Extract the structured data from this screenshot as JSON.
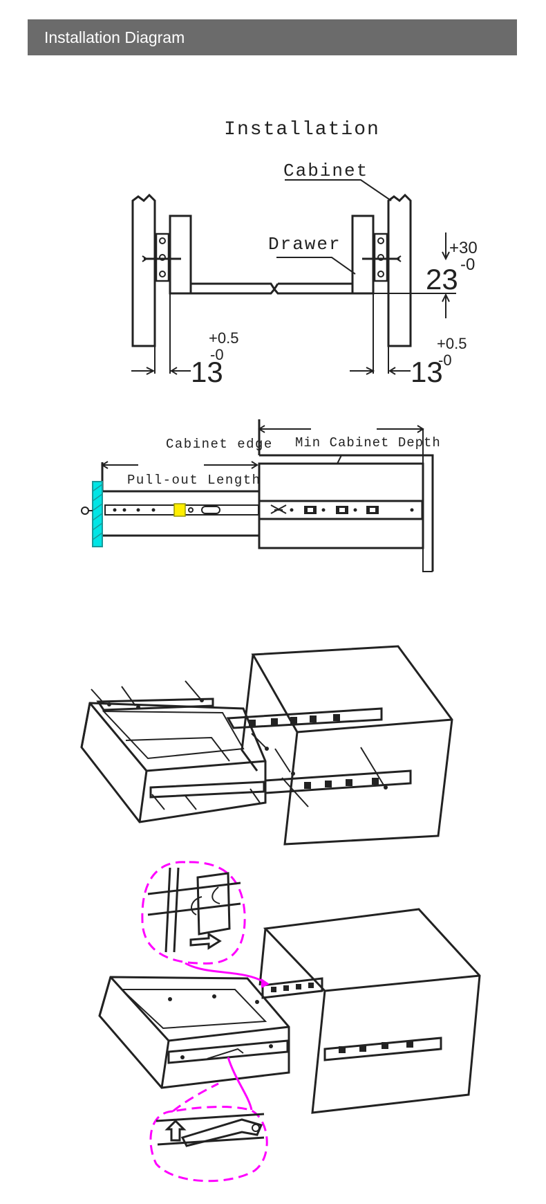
{
  "header": {
    "title": "Installation Diagram",
    "background": "#6b6b6b",
    "text_color": "#ffffff"
  },
  "section1": {
    "title": "Installation",
    "cabinet_label": "Cabinet",
    "drawer_label": "Drawer",
    "height_dim": {
      "value": "23",
      "plus": "+30",
      "minus": "-0"
    },
    "left_gap": {
      "value": "13",
      "plus": "+0.5",
      "minus": "-0"
    },
    "right_gap": {
      "value": "13",
      "plus": "+0.5",
      "minus": "-0"
    }
  },
  "section2": {
    "cabinet_edge_label": "Cabinet edge",
    "min_depth_label": "Min Cabinet Depth",
    "pullout_label": "Pull-out Length",
    "front_color": "#00e5e5",
    "lock_color": "#ffee00"
  },
  "section3": {},
  "section4": {
    "highlight_color": "#ff00ff"
  }
}
